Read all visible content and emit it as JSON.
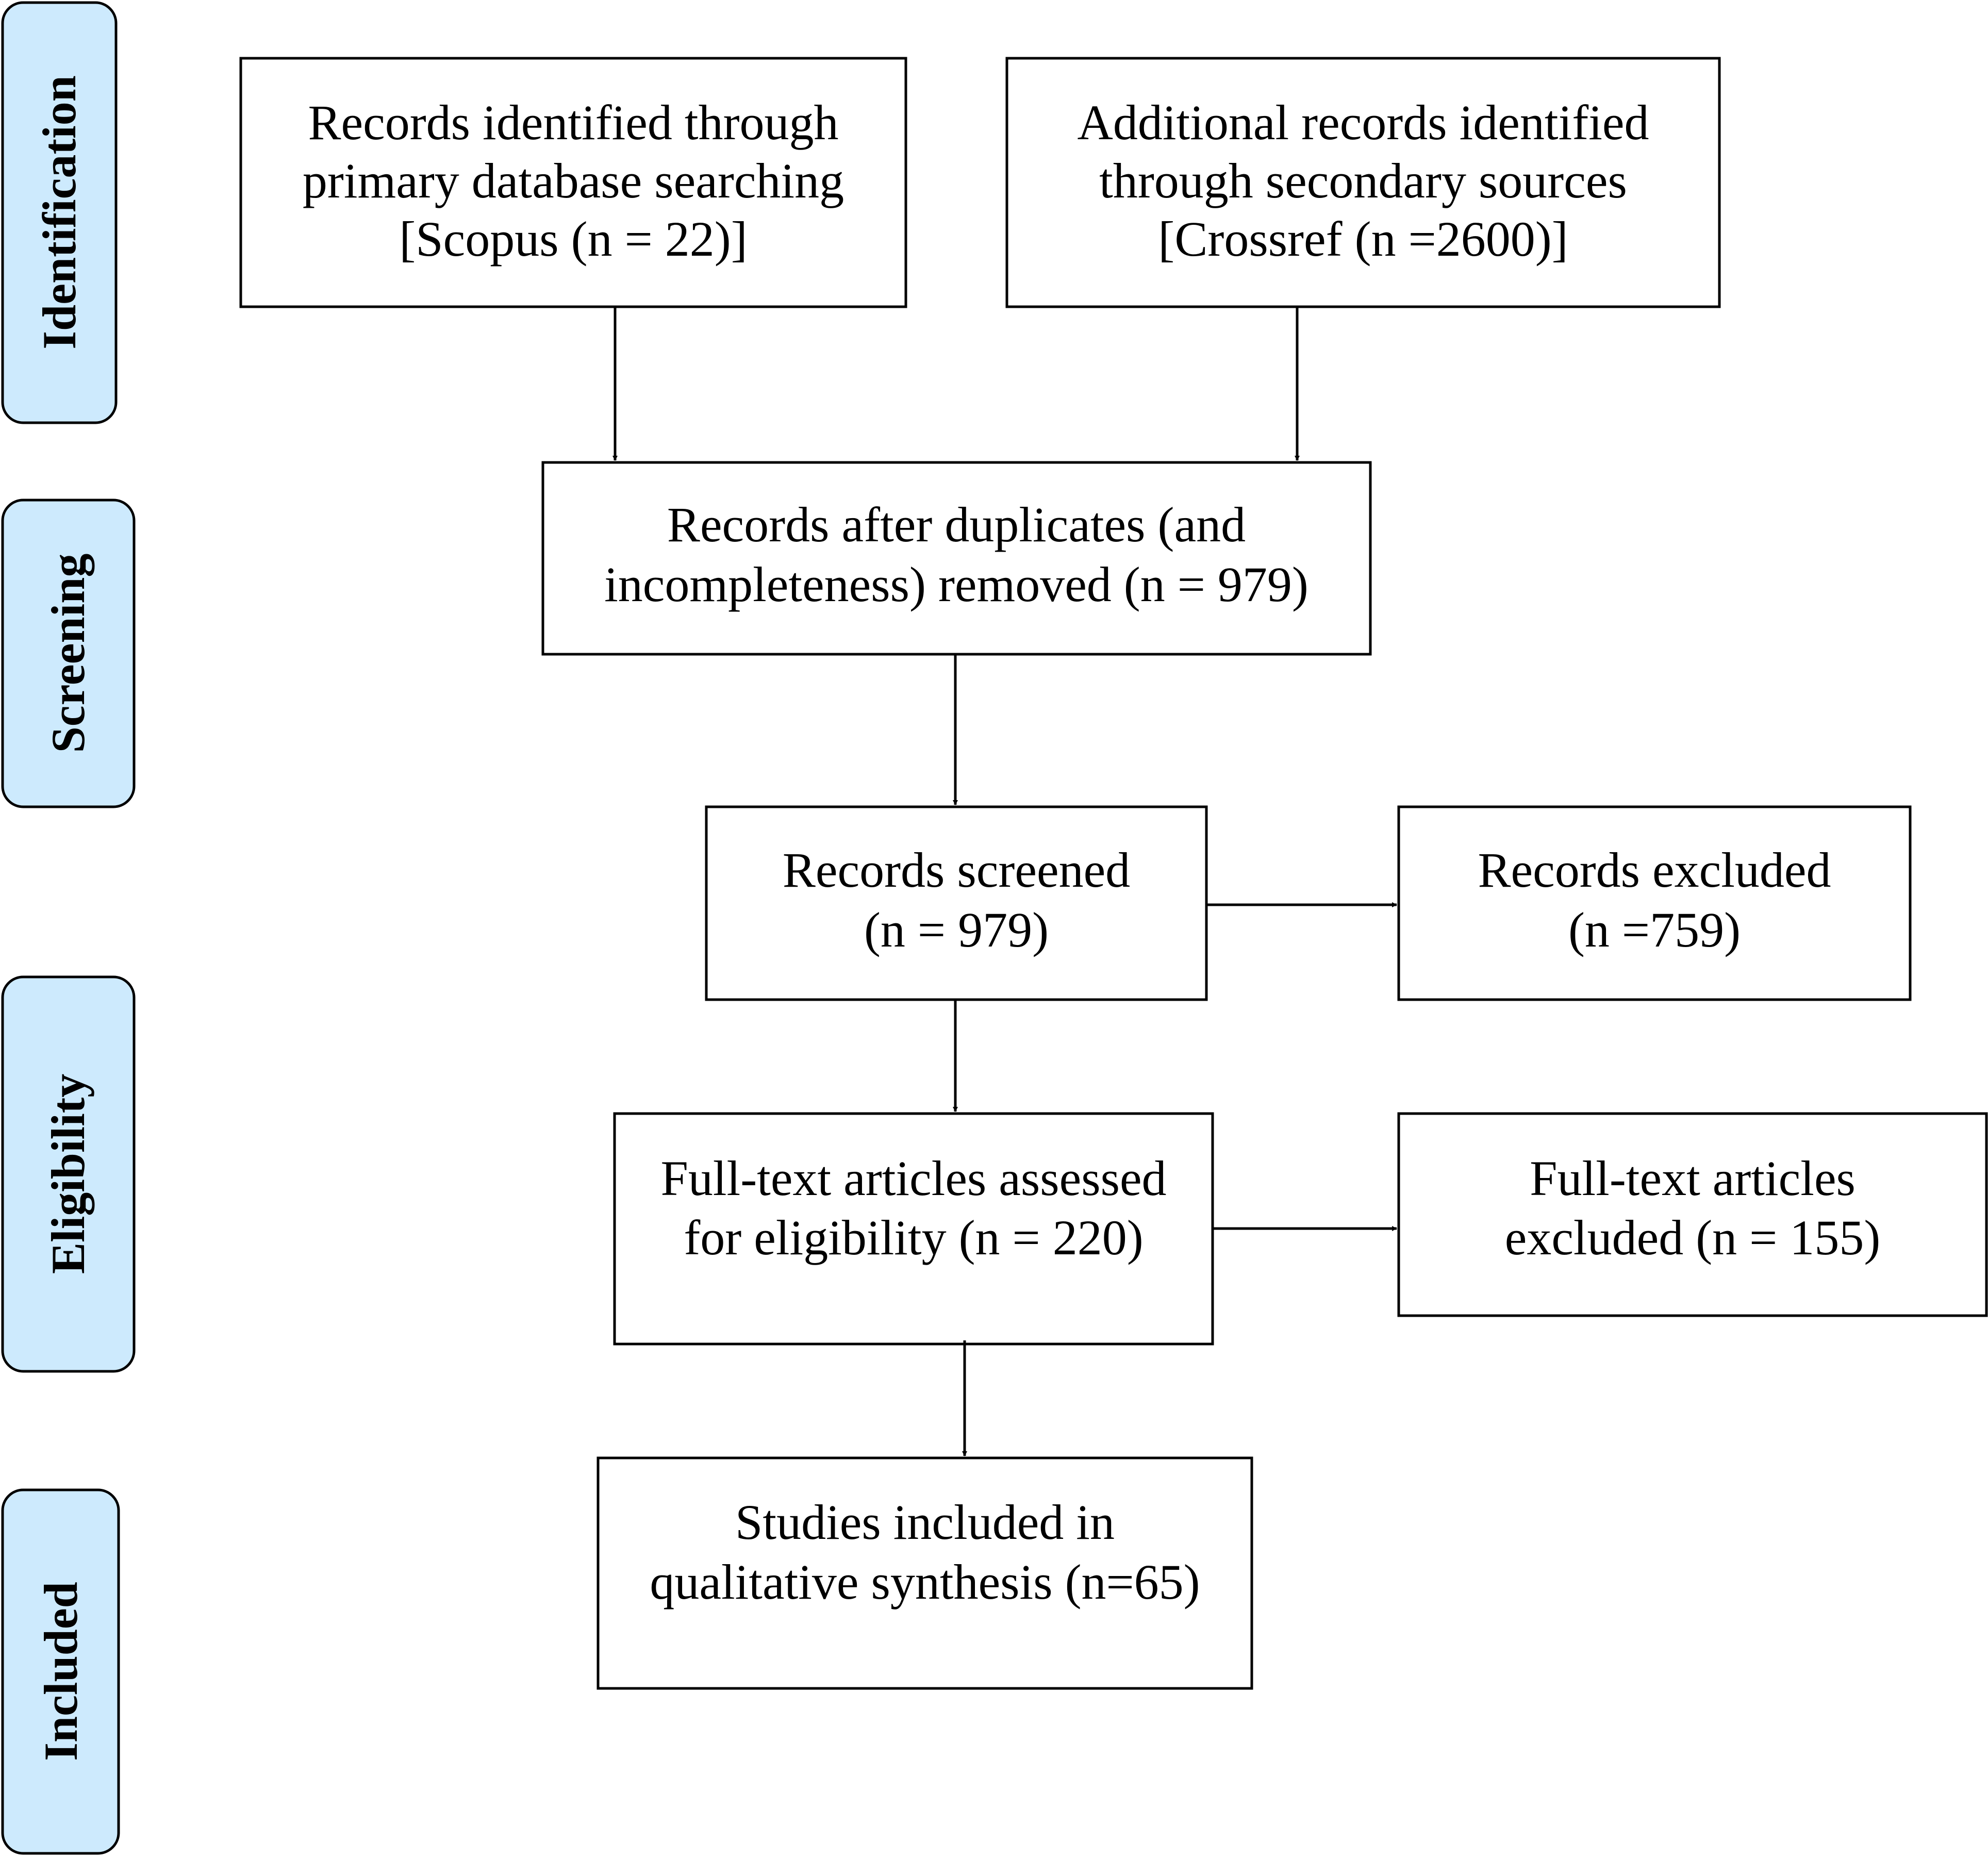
{
  "colors": {
    "stage_fill": "#cdeafd",
    "stroke": "#000000",
    "box_fill": "#ffffff"
  },
  "stages": [
    {
      "id": "identification",
      "label": "Identification"
    },
    {
      "id": "screening",
      "label": "Screening"
    },
    {
      "id": "eligibility",
      "label": "Eligibility"
    },
    {
      "id": "included",
      "label": "Included"
    }
  ],
  "boxes": {
    "primary": {
      "lines": [
        "Records identified through",
        "primary database searching",
        "[Scopus (n = 22)]"
      ]
    },
    "secondary": {
      "lines": [
        "Additional records identified",
        "through secondary sources",
        "[Crossref (n =2600)]"
      ]
    },
    "deduplicated": {
      "lines": [
        "Records after duplicates (and",
        "incompleteness) removed (n = 979)"
      ]
    },
    "screened": {
      "lines": [
        "Records screened",
        "(n = 979)"
      ]
    },
    "excluded": {
      "lines": [
        "Records excluded",
        "(n =759)"
      ]
    },
    "fulltext": {
      "lines": [
        "Full-text articles assessed",
        "for eligibility (n = 220)"
      ]
    },
    "fulltext_excluded": {
      "lines": [
        "Full-text articles",
        "excluded (n = 155)"
      ]
    },
    "included": {
      "lines": [
        "Studies included in",
        "qualitative synthesis (n=65)"
      ]
    }
  }
}
